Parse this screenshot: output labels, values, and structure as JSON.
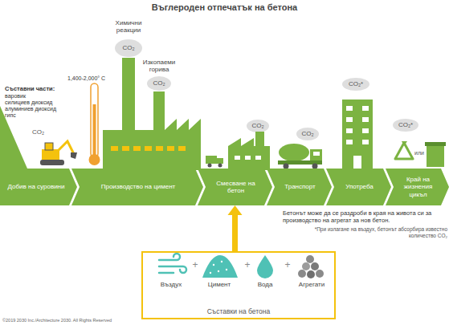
{
  "diagram": {
    "title": "Въглероден отпечатък на бетона",
    "nodes": [
      {
        "text": [
          "Добив на суровини"
        ]
      },
      {
        "text": [
          "Производство на цимент"
        ]
      },
      {
        "text": [
          "Смесване на бетон"
        ]
      },
      {
        "text": [
          "Транспорт"
        ]
      },
      {
        "text": [
          "Употреба"
        ]
      },
      {
        "text": [
          "Край на жизнения цикъл"
        ]
      },
      {
        "text": [
          "Съставки на бетона"
        ]
      }
    ],
    "edges": [
      {
        "from": 6,
        "to": 2,
        "arrow": "to"
      }
    ],
    "labels": [
      "Съставни части:",
      "варовик",
      "силициев диоксид",
      "алуминиев диоксид",
      "гипс",
      "CO₂",
      "1,400-2,000° C",
      "Химични реакции",
      "CO₂",
      "Изкопаеми горива",
      "CO₂",
      "CO₂",
      "CO₂",
      "CO₂*",
      "CO₂*",
      "или",
      "Бетонът може да се раздроби в края на живота си за производство на агрегат за нов бетон.",
      "*При излагане на въздух, бетонът абсорбира известно количество CO₂",
      "Въздух",
      "+",
      "Цимент",
      "+",
      "Вода",
      "+",
      "Агрегати",
      "©2019 2030 Inc./Architecture 2030. All Rights Reserved"
    ]
  }
}
